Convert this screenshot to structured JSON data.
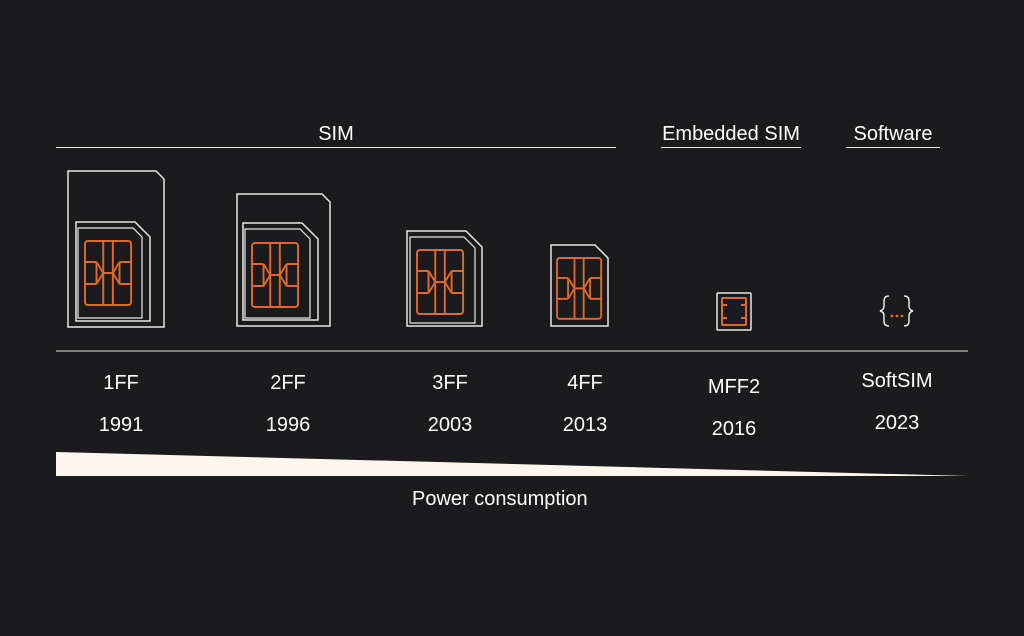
{
  "groups": {
    "sim": "SIM",
    "embedded": "Embedded SIM",
    "software": "Software"
  },
  "items": [
    {
      "label": "1FF",
      "year": "1991",
      "icon": "sim-card-1ff-icon"
    },
    {
      "label": "2FF",
      "year": "1996",
      "icon": "sim-card-2ff-icon"
    },
    {
      "label": "3FF",
      "year": "2003",
      "icon": "sim-card-3ff-icon"
    },
    {
      "label": "4FF",
      "year": "2013",
      "icon": "sim-card-4ff-icon"
    },
    {
      "label": "MFF2",
      "year": "2016",
      "icon": "embedded-chip-icon"
    },
    {
      "label": "SoftSIM",
      "year": "2023",
      "icon": "code-braces-icon"
    }
  ],
  "gradient_bar": {
    "label": "Power consumption",
    "direction": "decreasing"
  },
  "colors": {
    "background": "#1b1b1d",
    "line": "#e8e8e8",
    "chip": "#e2692c",
    "bar": "#fdf6ec"
  }
}
